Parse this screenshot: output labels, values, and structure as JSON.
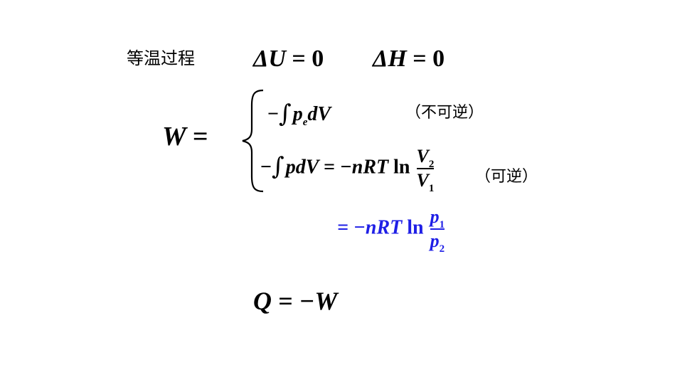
{
  "heading": "等温过程",
  "delta_u": {
    "lhs": "ΔU",
    "rhs": "0"
  },
  "delta_h": {
    "lhs": "ΔH",
    "rhs": "0"
  },
  "work_lhs": "W =",
  "case_irreversible": {
    "prefix": "−",
    "integral": "∫",
    "p": "p",
    "sub": "e",
    "rest": "dV",
    "note": "（不可逆）"
  },
  "case_reversible": {
    "prefix": "−",
    "integral": "∫",
    "body": "pdV = −nRT",
    "ln": "ln",
    "num": "V",
    "num_sub": "2",
    "den": "V",
    "den_sub": "1",
    "note": "（可逆）"
  },
  "pressure_form": {
    "lhs": "= −nRT",
    "ln": "ln",
    "num": "p",
    "num_sub": "1",
    "den": "p",
    "den_sub": "2"
  },
  "heat": "Q = −W"
}
